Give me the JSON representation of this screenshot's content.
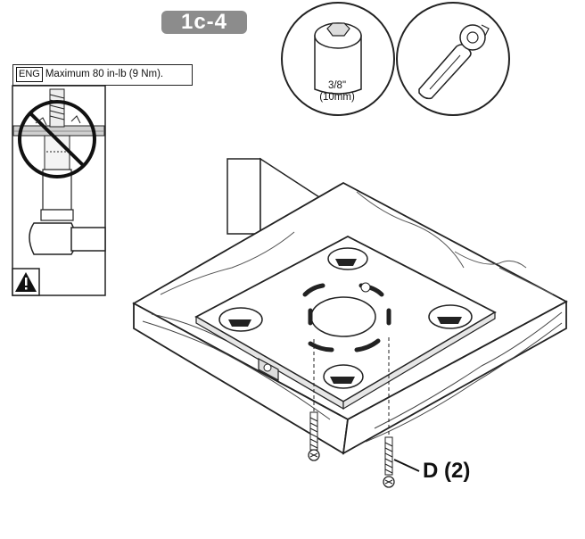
{
  "step": {
    "label": "1c-4"
  },
  "torque_note": {
    "language": "ENG",
    "text": "Maximum 80 in-lb (9 Nm)."
  },
  "socket": {
    "size_inch": "3/8\"",
    "size_mm": "(10mm)"
  },
  "warning": {
    "icon": "warning-triangle-icon"
  },
  "part_callout": {
    "label": "D (2)"
  },
  "colors": {
    "badge": "#8c8c8c",
    "line": "#1a1a1a"
  }
}
